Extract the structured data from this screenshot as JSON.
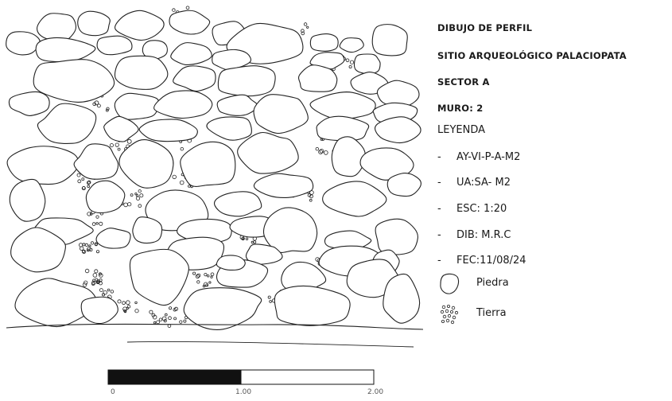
{
  "title_lines": [
    "DIBUJO DE PERFIL",
    "SITIO ARQUEOLÓGICO PALACIOPATA",
    "SECTOR A",
    "MURO: 2"
  ],
  "legend": {
    "heading": "LEYENDA",
    "items": [
      "AY-VI-P-A-M2",
      "UA:SA- M2",
      "ESC: 1:20",
      "DIB: M.R.C",
      "FEC:11/08/24"
    ],
    "dash": "-",
    "symbols": [
      {
        "label": "Piedra",
        "icon": "stone-outline-icon"
      },
      {
        "label": "Tierra",
        "icon": "soil-dots-icon"
      }
    ]
  },
  "scale_bar": {
    "labels": [
      "0",
      "1.00",
      "2.00"
    ]
  }
}
